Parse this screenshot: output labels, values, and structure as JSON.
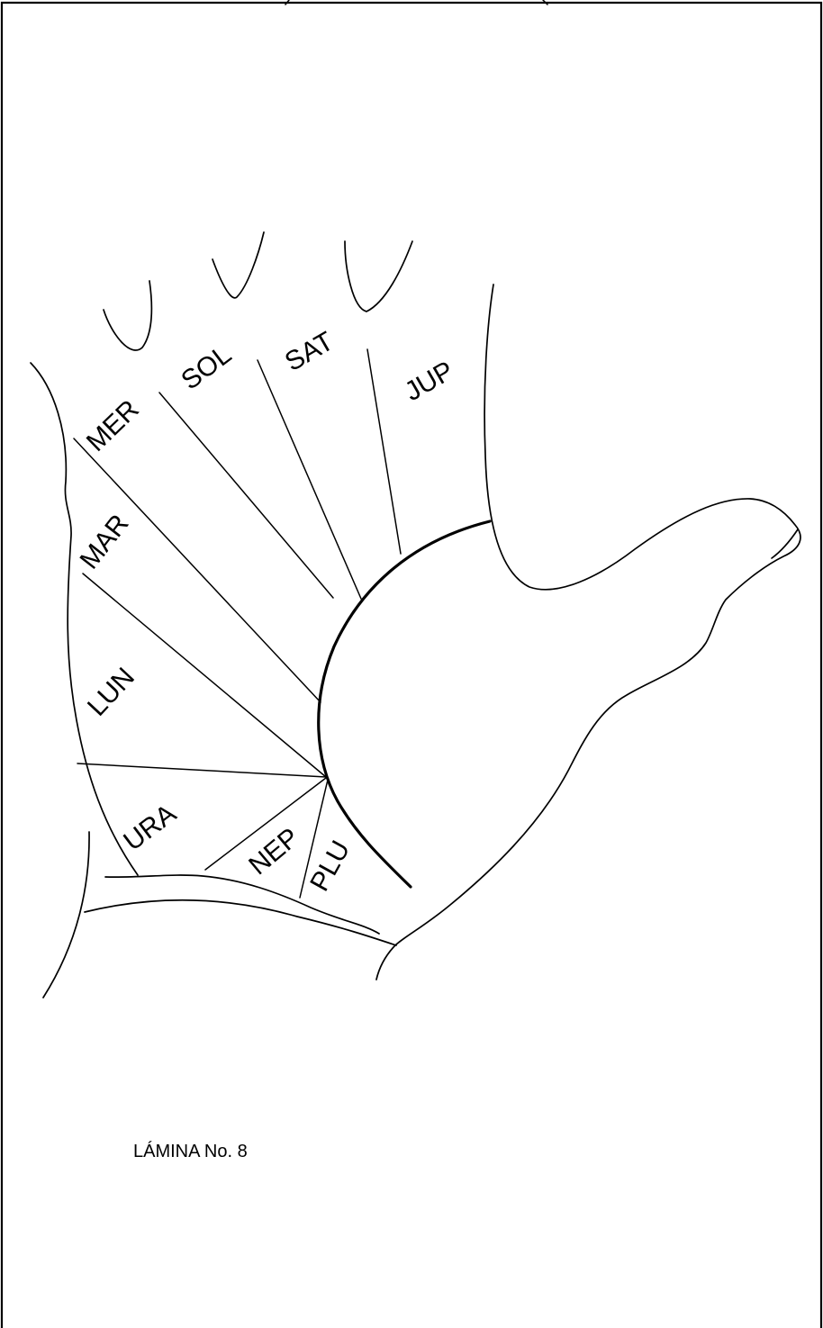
{
  "regions": {
    "mer": "MER",
    "sol": "SOL",
    "sat": "SAT",
    "jup": "JUP",
    "mar": "MAR",
    "lun": "LUN",
    "ura": "URA",
    "nep": "NEP",
    "plu": "PLU"
  },
  "caption": "LÁMINA No. 8"
}
